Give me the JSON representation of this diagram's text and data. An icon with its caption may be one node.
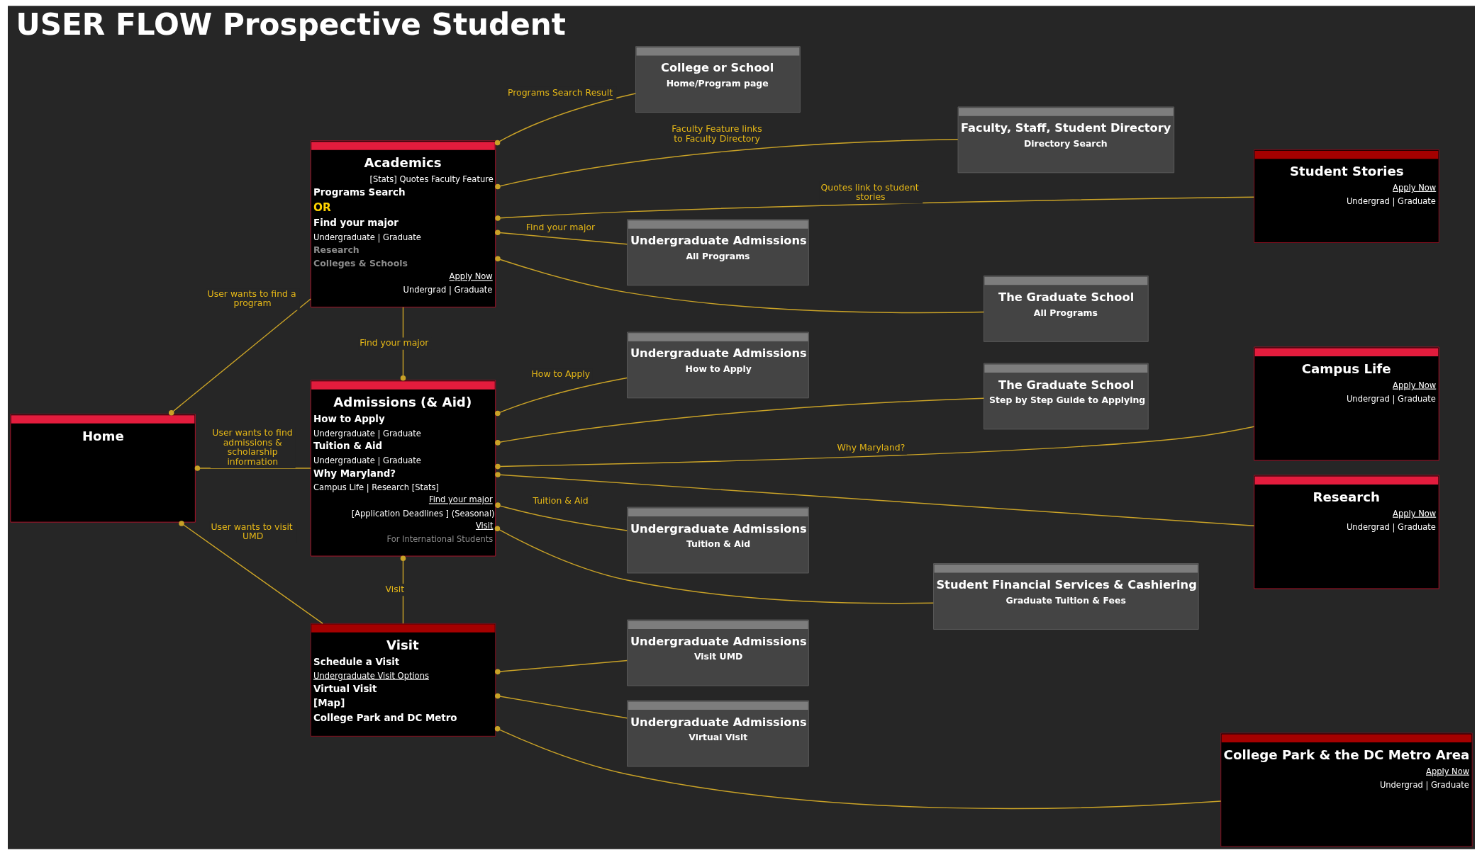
{
  "diagram": {
    "title": "USER FLOW Prospective Student",
    "nodes": [
      {
        "text": [
          "Academics",
          "[Stats] Quotes Faculty Feature",
          "Programs Search",
          "OR",
          "Find your major",
          "Undergraduate | Graduate",
          "Research",
          "Colleges & Schools",
          "Apply Now",
          "Undergrad | Graduate"
        ]
      },
      {
        "text": [
          "College or School",
          "Home/Program page"
        ]
      },
      {
        "text": [
          "Faculty, Staff, Student Directory",
          "Directory Search"
        ]
      },
      {
        "text": [
          "Student Stories",
          "Apply Now",
          "Undergrad | Graduate"
        ]
      },
      {
        "text": [
          "Undergraduate Admissions",
          "All Programs"
        ]
      },
      {
        "text": [
          "The Graduate School",
          "All Programs"
        ]
      },
      {
        "text": [
          "Home"
        ]
      },
      {
        "text": [
          "Admissions (& Aid)",
          "How to Apply",
          "Undergraduate | Graduate",
          "Tuition & Aid",
          "Undergraduate | Graduate",
          "Why Maryland?",
          "Campus Life | Research [Stats]",
          "Find your major",
          "[Application Deadlines ] (Seasonal)",
          "Visit",
          "For International Students"
        ]
      },
      {
        "text": [
          "Undergraduate Admissions",
          "How to Apply"
        ]
      },
      {
        "text": [
          "The Graduate School",
          "Step by Step Guide to Applying"
        ]
      },
      {
        "text": [
          "Campus Life",
          "Apply Now",
          "Undergrad | Graduate"
        ]
      },
      {
        "text": [
          "Research",
          "Apply Now",
          "Undergrad | Graduate"
        ]
      },
      {
        "text": [
          "Undergraduate Admissions",
          "Tuition & Aid"
        ]
      },
      {
        "text": [
          "Student Financial Services & Cashiering",
          "Graduate Tuition & Fees"
        ]
      },
      {
        "text": [
          "Visit",
          "Schedule a Visit",
          "Undergraduate Visit Options",
          "Virtual Visit",
          "[Map]",
          "College Park and DC Metro"
        ]
      },
      {
        "text": [
          "Undergraduate Admissions",
          "Visit UMD"
        ]
      },
      {
        "text": [
          "Undergraduate Admissions",
          "Virtual Visit"
        ]
      },
      {
        "text": [
          "College Park & the DC Metro Area",
          "Apply Now",
          "Undergrad | Graduate"
        ]
      }
    ],
    "edges": [
      {
        "from": 6,
        "to": 0,
        "arrow": "other",
        "label": "User wants to find a program"
      },
      {
        "from": 6,
        "to": 7,
        "arrow": "other",
        "label": "User wants to find admissions & scholarship information"
      },
      {
        "from": 6,
        "to": 14,
        "arrow": "other",
        "label": "User wants to visit UMD"
      },
      {
        "from": 0,
        "to": 3,
        "arrow": "other",
        "label": "Quotes link to student stories"
      },
      {
        "from": 0,
        "to": 2,
        "arrow": "other",
        "label": "Faculty Feature links to Faculty Directory"
      },
      {
        "from": 0,
        "to": 1,
        "arrow": "other",
        "label": "Programs Search Result"
      },
      {
        "from": 0,
        "to": 4,
        "arrow": "other",
        "label": "Find your major"
      },
      {
        "from": 0,
        "to": 5,
        "arrow": "other"
      },
      {
        "from": 7,
        "to": 0,
        "arrow": "other",
        "label": "Find your major"
      },
      {
        "from": 7,
        "to": 8,
        "arrow": "other",
        "label": "How to Apply"
      },
      {
        "from": 7,
        "to": 9,
        "arrow": "other"
      },
      {
        "from": 7,
        "to": 12,
        "arrow": "other",
        "label": "Tuition & Aid"
      },
      {
        "from": 7,
        "to": 13,
        "arrow": "other"
      },
      {
        "from": 7,
        "to": 10,
        "arrow": "other",
        "label": "Why Maryland?"
      },
      {
        "from": 7,
        "to": 11,
        "arrow": "other"
      },
      {
        "from": 7,
        "to": 14,
        "arrow": "other",
        "label": "Visit"
      },
      {
        "from": 14,
        "to": 15,
        "arrow": "other"
      },
      {
        "from": 14,
        "to": 16,
        "arrow": "other"
      },
      {
        "from": 14,
        "to": 17,
        "arrow": "other"
      }
    ]
  }
}
